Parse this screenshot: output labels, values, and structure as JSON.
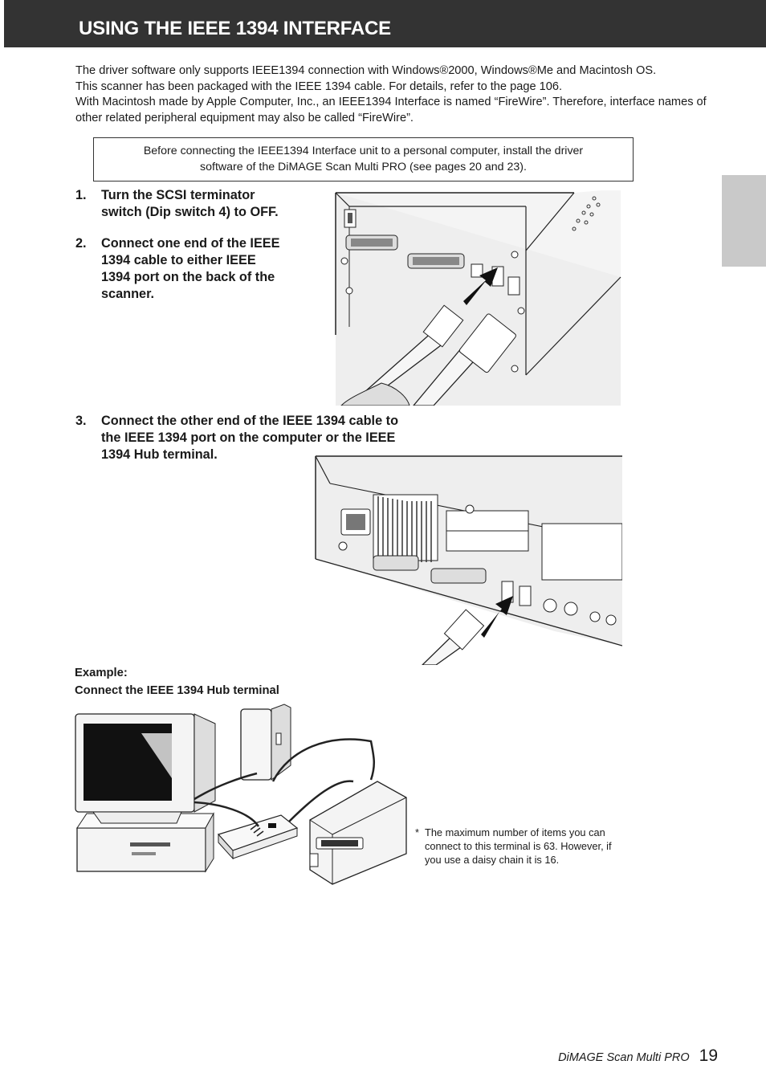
{
  "header": {
    "title": "USING THE IEEE 1394 INTERFACE"
  },
  "intro": {
    "lines": [
      "The driver software only  supports IEEE1394 connection with Windows®2000, Windows®Me and Macintosh OS.",
      "This scanner has been packaged with the IEEE 1394 cable. For details, refer to the page 106.",
      "With Macintosh made by Apple Computer, Inc., an IEEE1394 Interface is named “FireWire”. Therefore, interface names of other related peripheral equipment may also be called “FireWire”."
    ]
  },
  "notice": {
    "line1": "Before connecting the IEEE1394 Interface unit to a personal computer, install the driver",
    "line2": "software of the DiMAGE Scan Multi PRO (see pages 20 and 23)."
  },
  "steps": [
    {
      "num": "1.",
      "lines": [
        "Turn the SCSI terminator",
        "switch (Dip switch 4) to OFF."
      ]
    },
    {
      "num": "2.",
      "lines": [
        "Connect one end of the IEEE",
        "1394 cable to either IEEE",
        "1394 port on the back of the",
        "scanner."
      ]
    },
    {
      "num": "3.",
      "lines": [
        "Connect the other end of the IEEE 1394 cable to",
        "the IEEE 1394 port on the computer or the IEEE",
        "1394 Hub terminal."
      ]
    }
  ],
  "example": {
    "label": "Example:",
    "caption": "Connect the IEEE 1394 Hub terminal"
  },
  "footnote": {
    "marker": "*",
    "lines": [
      "The maximum number of items you can",
      "connect to this terminal is 63. However, if",
      "you use a daisy chain it is 16."
    ]
  },
  "footer": {
    "product": "DiMAGE Scan Multi PRO",
    "page": "19"
  },
  "colors": {
    "header_bg": "#333333",
    "side_tab": "#c9c9c9",
    "illustration_bg": "#eeeeee"
  }
}
